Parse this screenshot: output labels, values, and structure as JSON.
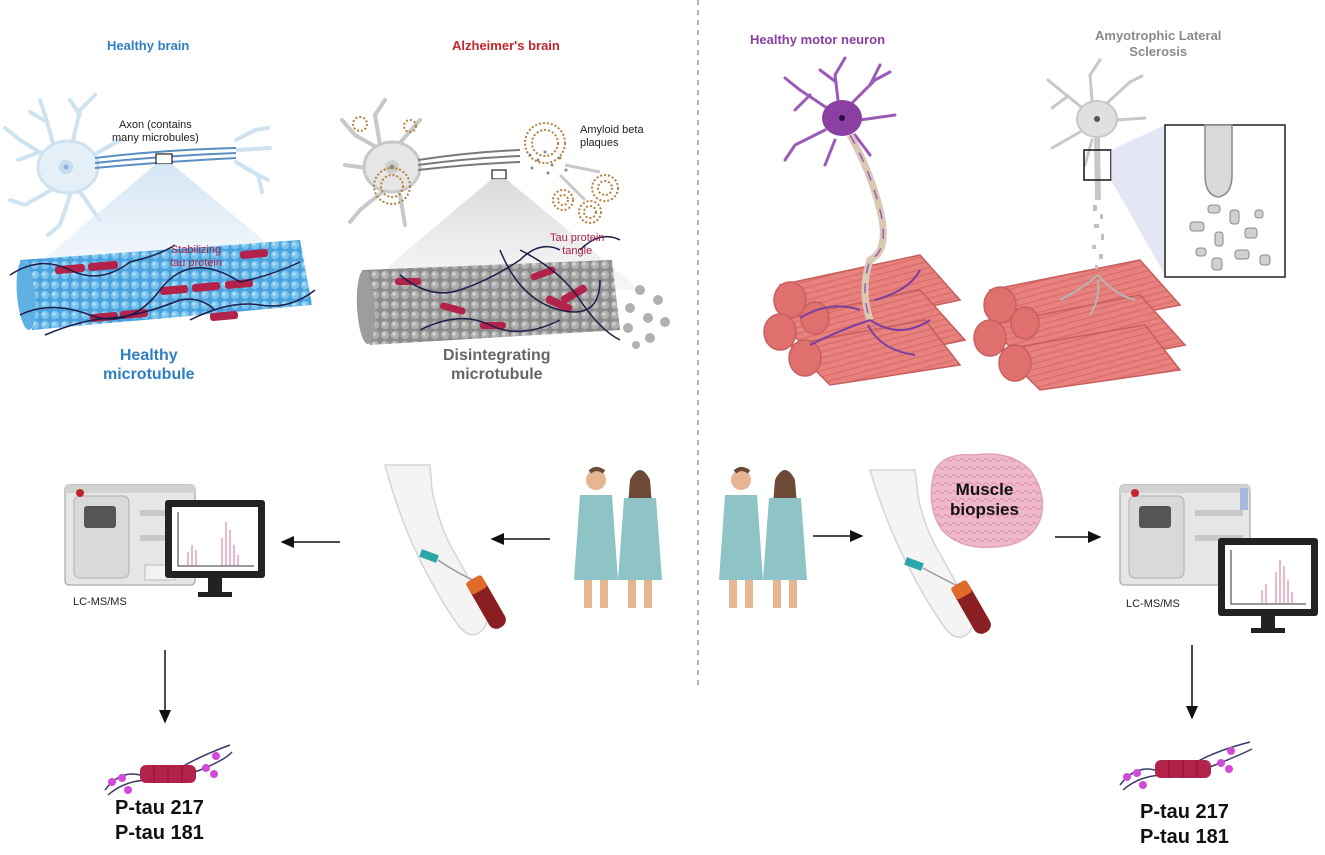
{
  "labels": {
    "healthy_brain": "Healthy brain",
    "alzheimers_brain": "Alzheimer's brain",
    "healthy_motor_neuron": "Healthy motor neuron",
    "als_line1": "Amyotrophic Lateral",
    "als_line2": "Sclerosis",
    "axon_line1": "Axon (contains",
    "axon_line2": "many microbules)",
    "amyloid_line1": "Amyloid beta",
    "amyloid_line2": "plaques",
    "stabilizing_line1": "Stabilizing",
    "stabilizing_line2": "tau protein",
    "tau_tangle_line1": "Tau protein",
    "tau_tangle_line2": "tangle",
    "healthy_mt_line1": "Healthy",
    "healthy_mt_line2": "microtubule",
    "disint_line1": "Disintegrating",
    "disint_line2": "microtubule",
    "lcms_left": "LC-MS/MS",
    "lcms_right": "LC-MS/MS",
    "muscle_line1": "Muscle",
    "muscle_line2": "biopsies",
    "ptau217_left": "P-tau 217",
    "ptau181_left": "P-tau 181",
    "ptau217_right": "P-tau 217",
    "ptau181_right": "P-tau 181"
  },
  "colors": {
    "healthy_blue": "#2f7fc4",
    "alz_red": "#c4242b",
    "motor_purple": "#8b3fa2",
    "als_gray": "#8a8a8a",
    "tau_crimson": "#b3224a",
    "tau_label": "#a3264b",
    "muscle_pink": "#e8827f",
    "gown_teal": "#8fc4c7",
    "divider_gray": "#9a9a9a",
    "biopsy_pink": "#e7a9bf"
  }
}
